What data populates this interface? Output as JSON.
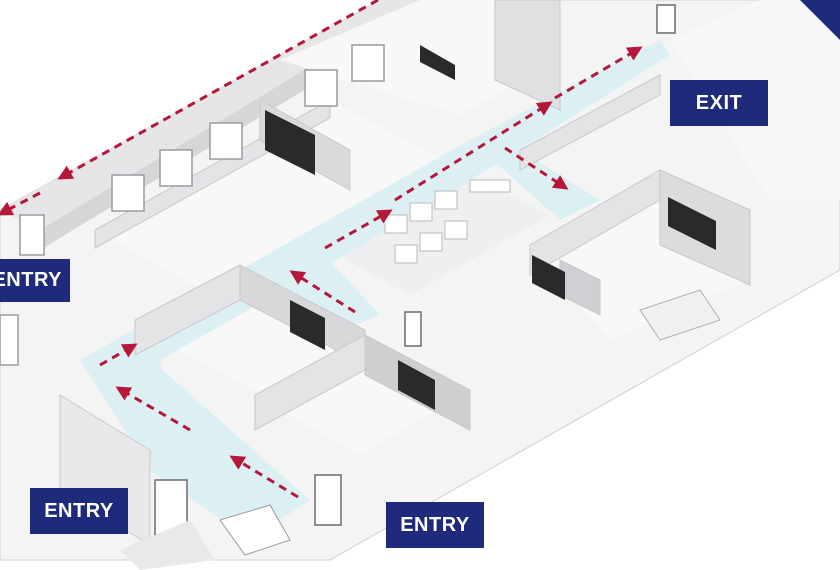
{
  "labels": {
    "exit": "EXIT",
    "entry_left": "ENTRY",
    "entry_bottom_left": "ENTRY",
    "entry_bottom_right": "ENTRY"
  },
  "colors": {
    "label_bg": "#1f2a7a",
    "label_text": "#ffffff",
    "route_arrow": "#b5173a",
    "corridor_floor": "#dcf0f4",
    "room_floor": "#f7f7f7",
    "wall": "#e4e4e6",
    "wall_shadow": "#c9c9cc",
    "screen": "#2a2a2a"
  },
  "icons": {
    "route": "red-dashed-arrow",
    "door": "door-icon",
    "window": "window-icon",
    "screen": "wall-screen-icon"
  }
}
